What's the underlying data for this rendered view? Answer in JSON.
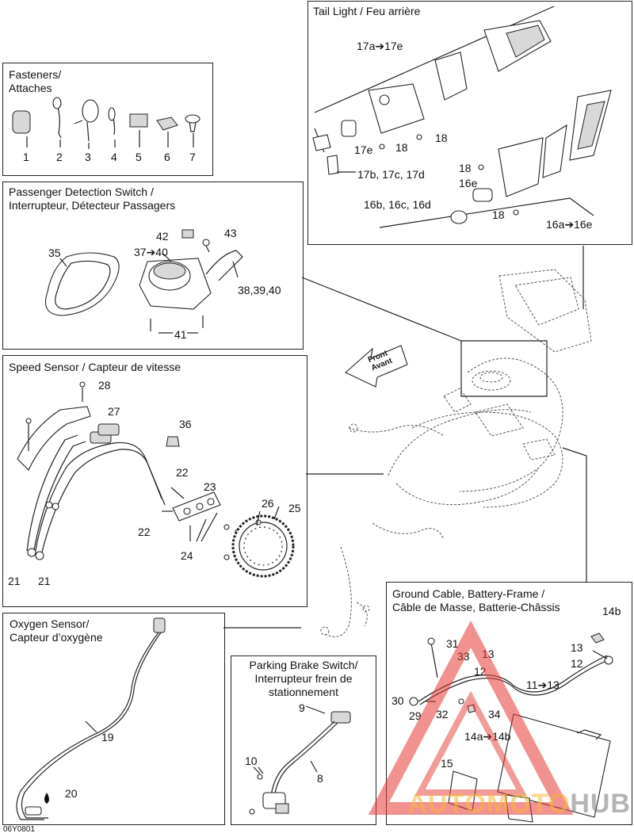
{
  "panels": {
    "fasteners": {
      "title": "Fasteners/\nAttaches",
      "labels": [
        "1",
        "2",
        "3",
        "4",
        "5",
        "6",
        "7"
      ]
    },
    "tail_light": {
      "title": "Tail Light / Feu arrière",
      "labels": {
        "l17a": "17a➔17e",
        "l17e_a": "17e",
        "l18_a": "18",
        "l18_b": "18",
        "l17b": "17b, 17c, 17d",
        "l18_c": "18",
        "l16e": "16e",
        "l16b": "16b, 16c, 16d",
        "l18_d": "18",
        "l16a": "16a➔16e"
      }
    },
    "passenger": {
      "title": "Passenger Detection Switch /\nInterrupteur, Détecteur Passagers",
      "labels": {
        "l42": "42",
        "l43": "43",
        "l35": "35",
        "l37": "37➔40",
        "l38": "38,39,40",
        "l41": "41"
      }
    },
    "speed": {
      "title": "Speed Sensor / Capteur de vitesse",
      "labels": {
        "l28": "28",
        "l27": "27",
        "l36": "36",
        "l22a": "22",
        "l23": "23",
        "l26": "26",
        "l25": "25",
        "l22b": "22",
        "l24": "24",
        "l21a": "21",
        "l21b": "21"
      }
    },
    "oxygen": {
      "title": "Oxygen Sensor/\nCapteur d’oxygène",
      "labels": {
        "l19": "19",
        "l20": "20"
      }
    },
    "parking": {
      "title": "Parking Brake Switch/\nInterrupteur frein de\nstationnement",
      "labels": {
        "l9": "9",
        "l10": "10",
        "l8": "8"
      }
    },
    "ground": {
      "title": "Ground Cable, Battery-Frame /\nCâble de Masse, Batterie-Châssis",
      "labels": {
        "l14b": "14b",
        "l31": "31",
        "l33": "33",
        "l13a": "13",
        "l13b": "13",
        "l12a": "12",
        "l12b": "12",
        "l11": "11➔13",
        "l30": "30",
        "l29": "29",
        "l32": "32",
        "l34": "34",
        "l14a": "14a➔14b",
        "l15": "15"
      }
    }
  },
  "main": {
    "front_label": "Front\nAvant"
  },
  "image_code": "06Y0801",
  "watermark": {
    "part1": "AUTOMOTO",
    "part2": "HUB"
  }
}
